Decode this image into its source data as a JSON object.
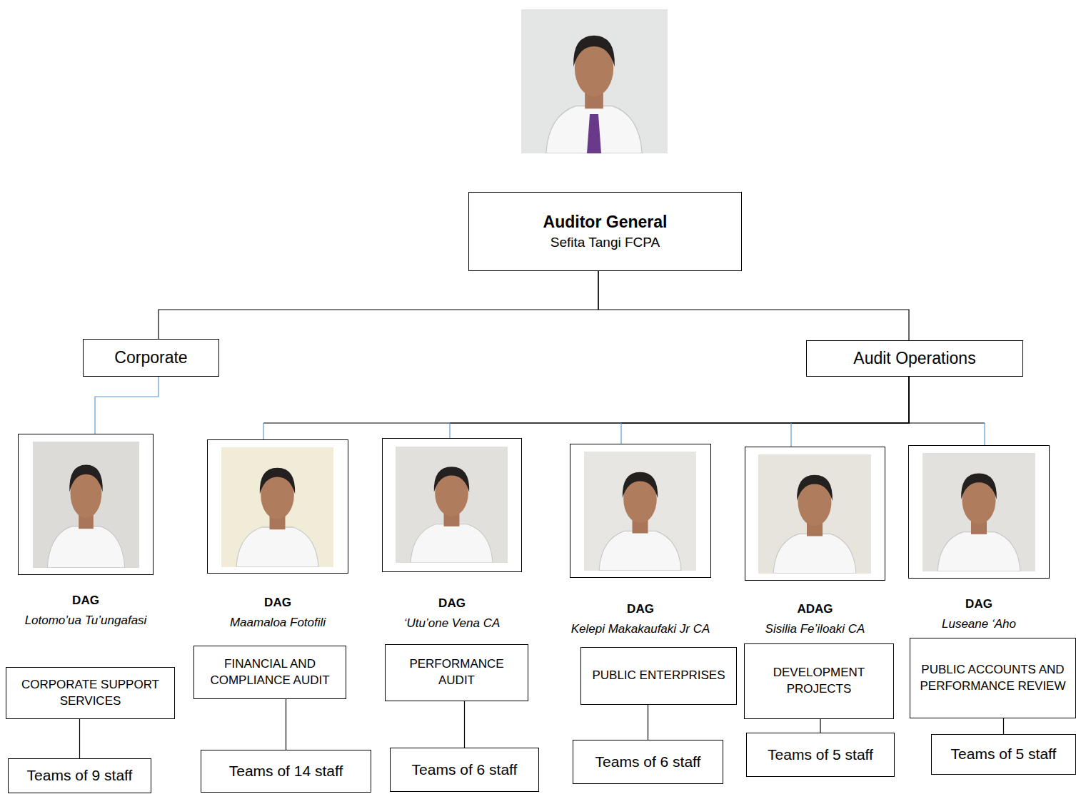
{
  "diagram": {
    "nodes": [
      {
        "text": [
          "Auditor General",
          "Sefita Tangi FCPA"
        ]
      },
      {
        "text": [
          "Corporate"
        ]
      },
      {
        "text": [
          "Audit Operations"
        ]
      },
      {
        "text": [
          "DAG",
          "Lotomo’ua Tu’ungafasi"
        ]
      },
      {
        "text": [
          "DAG",
          "Maamaloa Fotofili"
        ]
      },
      {
        "text": [
          "DAG",
          "‘Utu’one Vena CA"
        ]
      },
      {
        "text": [
          "DAG",
          "Kelepi Makakaufaki Jr CA"
        ]
      },
      {
        "text": [
          "ADAG",
          "Sisilia Fe’iloaki CA"
        ]
      },
      {
        "text": [
          "DAG",
          "Luseane ‘Aho"
        ]
      },
      {
        "text": [
          "CORPORATE SUPPORT SERVICES"
        ]
      },
      {
        "text": [
          "Teams of 9 staff"
        ]
      },
      {
        "text": [
          "FINANCIAL AND COMPLIANCE AUDIT"
        ]
      },
      {
        "text": [
          "Teams of 14 staff"
        ]
      },
      {
        "text": [
          "PERFORMANCE AUDIT"
        ]
      },
      {
        "text": [
          "Teams of 6 staff"
        ]
      },
      {
        "text": [
          "PUBLIC ENTERPRISES"
        ]
      },
      {
        "text": [
          "Teams of 6 staff"
        ]
      },
      {
        "text": [
          "DEVELOPMENT PROJECTS"
        ]
      },
      {
        "text": [
          "Teams of 5 staff"
        ]
      },
      {
        "text": [
          "PUBLIC ACCOUNTS AND PERFORMANCE REVIEW"
        ]
      },
      {
        "text": [
          "Teams of 5 staff"
        ]
      }
    ],
    "edges": [
      {
        "from": 0,
        "to": 1,
        "arrow": "none"
      },
      {
        "from": 0,
        "to": 2,
        "arrow": "none"
      },
      {
        "from": 1,
        "to": 3,
        "arrow": "none"
      },
      {
        "from": 2,
        "to": 4,
        "arrow": "none"
      },
      {
        "from": 2,
        "to": 5,
        "arrow": "none"
      },
      {
        "from": 2,
        "to": 6,
        "arrow": "none"
      },
      {
        "from": 2,
        "to": 7,
        "arrow": "none"
      },
      {
        "from": 2,
        "to": 8,
        "arrow": "none"
      },
      {
        "from": 9,
        "to": 10,
        "arrow": "none"
      },
      {
        "from": 11,
        "to": 12,
        "arrow": "none"
      },
      {
        "from": 13,
        "to": 14,
        "arrow": "none"
      },
      {
        "from": 15,
        "to": 16,
        "arrow": "none"
      },
      {
        "from": 17,
        "to": 18,
        "arrow": "none"
      },
      {
        "from": 19,
        "to": 20,
        "arrow": "none"
      }
    ]
  }
}
